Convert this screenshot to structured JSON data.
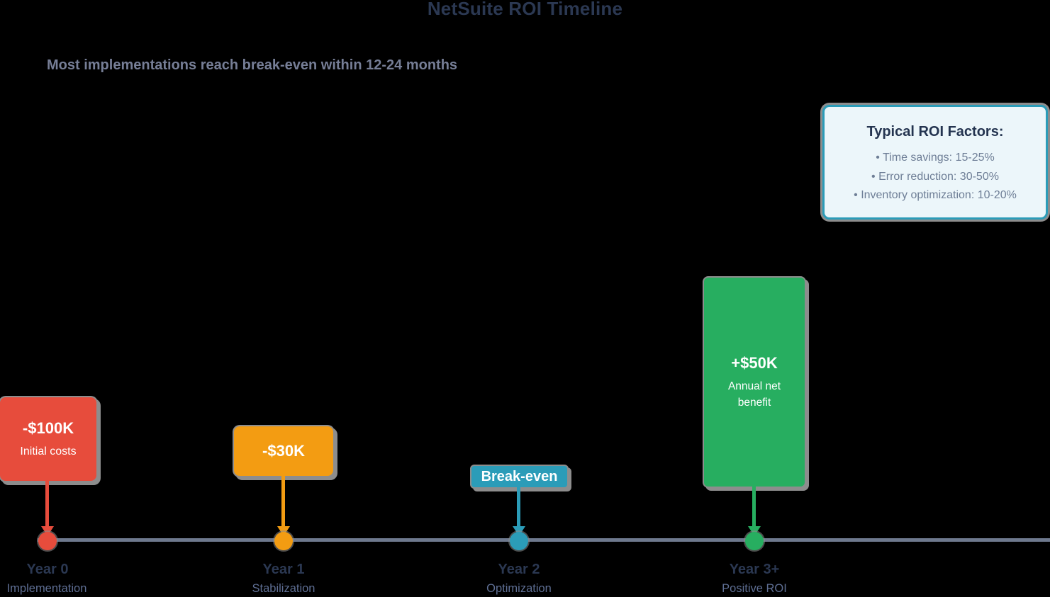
{
  "page": {
    "title": "NetSuite ROI Timeline",
    "subtitle": "Most implementations reach break-even within 12-24 months"
  },
  "roi_factors": {
    "heading": "Typical ROI Factors:",
    "items": [
      "• Time savings: 15-25%",
      "• Error reduction: 30-50%",
      "• Inventory optimization: 10-20%"
    ]
  },
  "colors": {
    "background": "#000000",
    "title_text": "#2b3852",
    "subtitle_text": "#767e96",
    "timeline_line": "#6e798e",
    "factors_border": "#2b9cb8",
    "factors_background": "#ecf6fa",
    "milestone_red": "#e74c3c",
    "milestone_orange": "#f39c12",
    "milestone_teal": "#2b9cb8",
    "milestone_green": "#27ae60"
  },
  "timeline": {
    "milestones": [
      {
        "value": "-$100K",
        "description": "Initial costs",
        "year_label": "Year 0",
        "phase_label": "Implementation",
        "color": "#e74c3c"
      },
      {
        "value": "-$30K",
        "description": "",
        "year_label": "Year 1",
        "phase_label": "Stabilization",
        "color": "#f39c12"
      },
      {
        "value": "Break-even",
        "description": "",
        "year_label": "Year 2",
        "phase_label": "Optimization",
        "color": "#2b9cb8"
      },
      {
        "value": "+$50K",
        "description": "Annual net benefit",
        "year_label": "Year 3+",
        "phase_label": "Positive ROI",
        "color": "#27ae60"
      }
    ]
  }
}
